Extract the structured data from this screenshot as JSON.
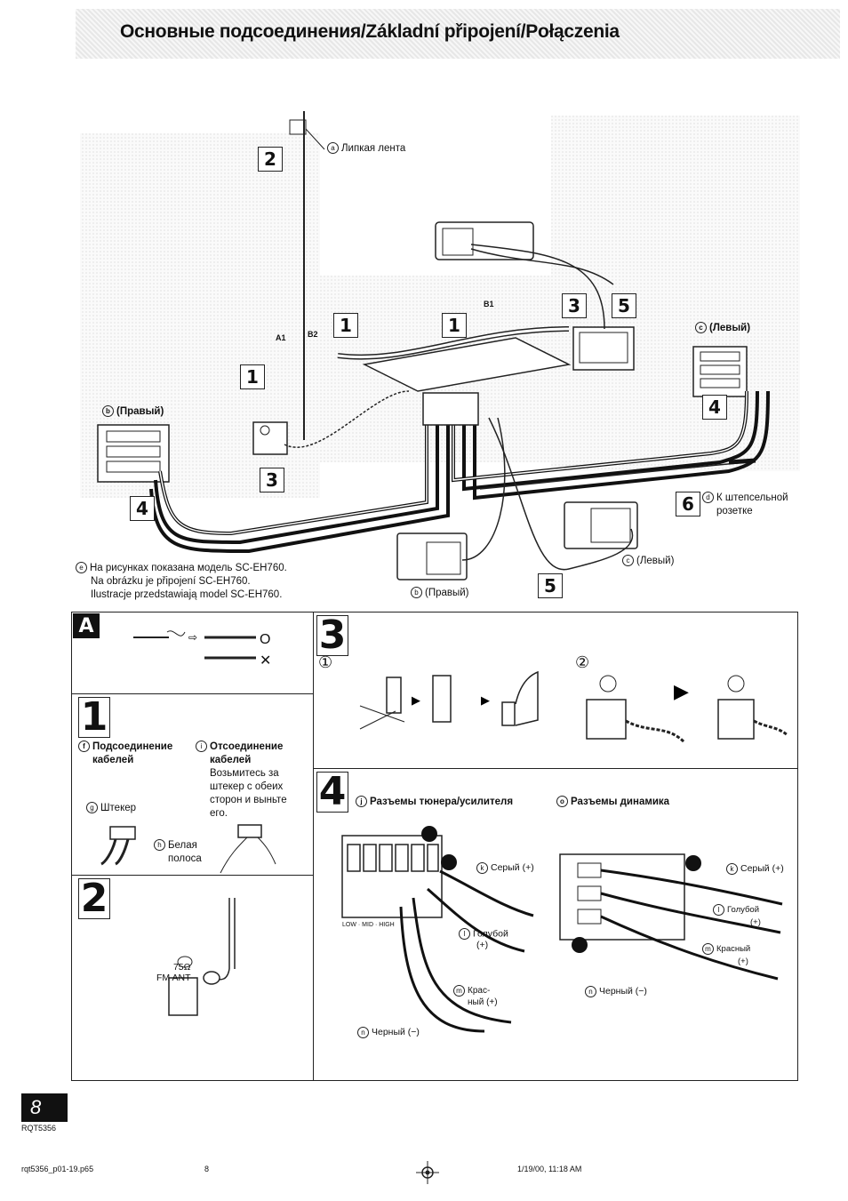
{
  "header": {
    "title": "Основные подсоединения/Základní připojení/Połączenia"
  },
  "diagram": {
    "label_a": "Липкая лента",
    "label_b_right": "(Правый)",
    "label_c_left": "(Левый)",
    "label_d_line1": "К штепсельной",
    "label_d_line2": "розетке",
    "label_b2": "(Правый)",
    "label_c2": "(Левый)",
    "conn_a1": "A1",
    "conn_b2": "B2",
    "conn_b1": "B1",
    "note_e_ru": "На рисунках показана модель SC-EH760.",
    "note_e_cz": "Na obrázku je připojení SC-EH760.",
    "note_e_pl": "Ilustracje przedstawiają model SC-EH760."
  },
  "steps": {
    "s1": "1",
    "s2": "2",
    "s3": "3",
    "s4": "4",
    "s5": "5",
    "s6": "6"
  },
  "sectionA": {
    "letter": "A",
    "ok": "O",
    "ng": "✕"
  },
  "section1": {
    "number": "1",
    "connect_title_1": "Подсоединение",
    "connect_title_2": "кабелей",
    "disconnect_title_1": "Отсоединение",
    "disconnect_title_2": "кабелей",
    "disconnect_text": [
      "Возьмитесь за",
      "штекер с обеих",
      "сторон и выньте",
      "его."
    ],
    "plug": "Штекер",
    "white_1": "Белая",
    "white_2": "полоса"
  },
  "section2": {
    "number": "2",
    "ohm": "75Ω",
    "fm": "FM ANT"
  },
  "section3": {
    "number": "3",
    "sub1": "①",
    "sub2": "②"
  },
  "section4": {
    "number": "4",
    "tuner_title": "Разъемы тюнера/усилителя",
    "speaker_title": "Разъемы динамика",
    "gray": "Серый (+)",
    "blue": "Голубой",
    "blue_plus": "(+)",
    "red_1": "Крас-",
    "red_2": "ный (+)",
    "red_full": "Красный",
    "red_plus": "(+)",
    "black": "Черный (−)",
    "tuner_bottom": "LOW · MID · HIGH"
  },
  "footer": {
    "page_num": "8",
    "code": "RQT5356",
    "file": "rqt5356_p01-19.p65",
    "page_small": "8",
    "date": "1/19/00, 11:18 AM"
  }
}
